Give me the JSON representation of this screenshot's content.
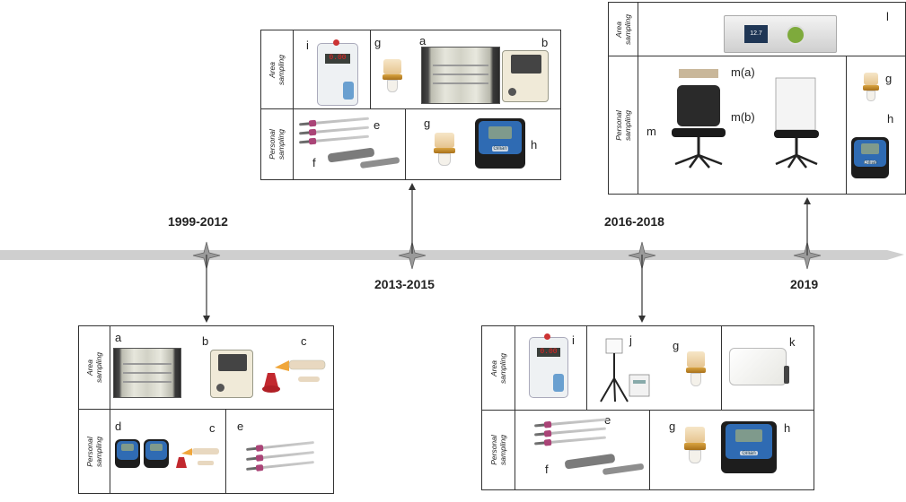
{
  "timeline": {
    "periods": [
      {
        "label": "1999-2012"
      },
      {
        "label": "2013-2015"
      },
      {
        "label": "2016-2018"
      },
      {
        "label": "2019"
      }
    ]
  },
  "row_labels": {
    "area": "Area\nsampling",
    "personal": "Personal\nsampling"
  },
  "panels": {
    "p1999": {
      "area_letters": [
        "a",
        "b",
        "c"
      ],
      "personal_letters": [
        "d",
        "c",
        "e"
      ]
    },
    "p2013": {
      "area_letters": [
        "i",
        "g",
        "a",
        "b"
      ],
      "personal_letters": [
        "e",
        "f",
        "g",
        "h"
      ]
    },
    "p2016": {
      "area_letters": [
        "i",
        "j",
        "g",
        "k"
      ],
      "personal_letters": [
        "e",
        "f",
        "g",
        "h"
      ]
    },
    "p2019": {
      "area_letters": [
        "l"
      ],
      "personal_letters": [
        "m(a)",
        "m(b)",
        "m",
        "g",
        "h"
      ]
    }
  },
  "device_text": {
    "gilian": "Gilian",
    "meter": "0.00",
    "gaspanel": "12.7"
  },
  "colors": {
    "timeline": "#cfcfcf",
    "star": "#8a8a8a",
    "border": "#333333"
  }
}
